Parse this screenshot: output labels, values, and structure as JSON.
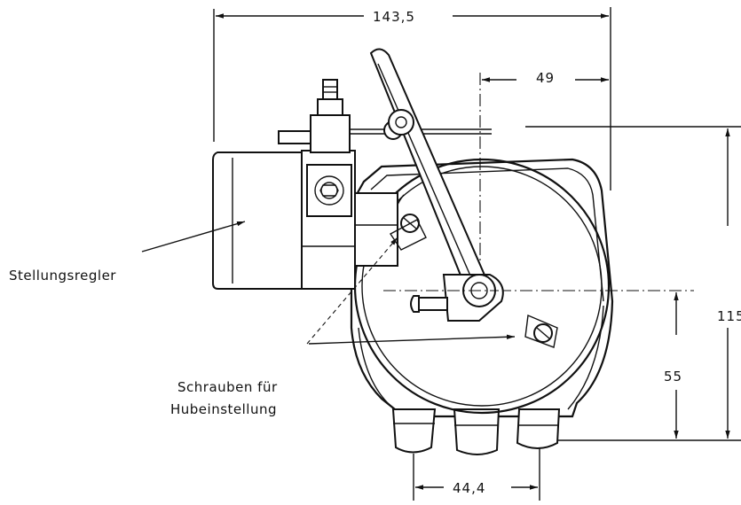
{
  "dimensions": {
    "overall_width": "143,5",
    "right_offset": "49",
    "total_height": "115",
    "lower_height": "55",
    "base_width": "44,4"
  },
  "labels": {
    "positioner": "Stellungsregler",
    "screws_line1": "Schrauben  für",
    "screws_line2": "Hubeinstellung"
  }
}
